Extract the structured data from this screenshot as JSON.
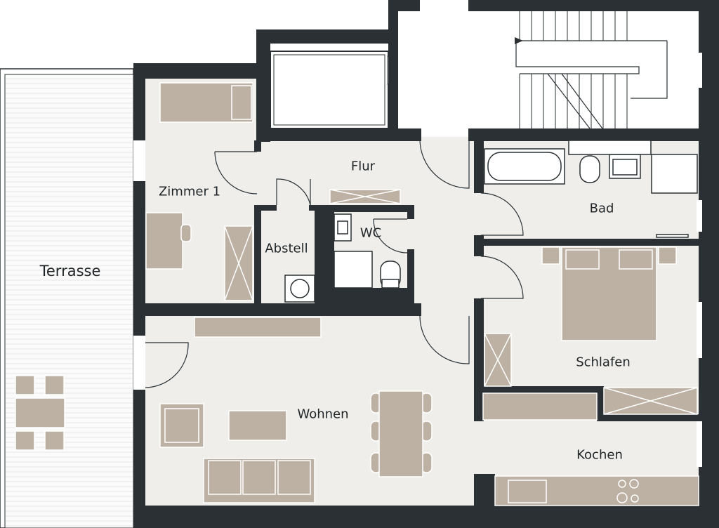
{
  "colors": {
    "wall": "#2a3033",
    "floor": "#efeeeb",
    "furniture": "#bcb1a2",
    "furniture_outline": "#ffffff",
    "terrace_line": "#e7e7e7",
    "stair_line": "#2a3033"
  },
  "rooms": {
    "terrasse": "Terrasse",
    "zimmer": "Zimmer 1",
    "flur": "Flur",
    "abstell": "Abstell",
    "wc": "WC",
    "bad": "Bad",
    "schlafen": "Schlafen",
    "wohnen": "Wohnen",
    "kochen": "Kochen"
  },
  "icons": [
    "stair-arrow-icon",
    "washing-machine-icon",
    "stove-icon",
    "sink-icon",
    "toilet-icon",
    "bathtub-icon"
  ]
}
